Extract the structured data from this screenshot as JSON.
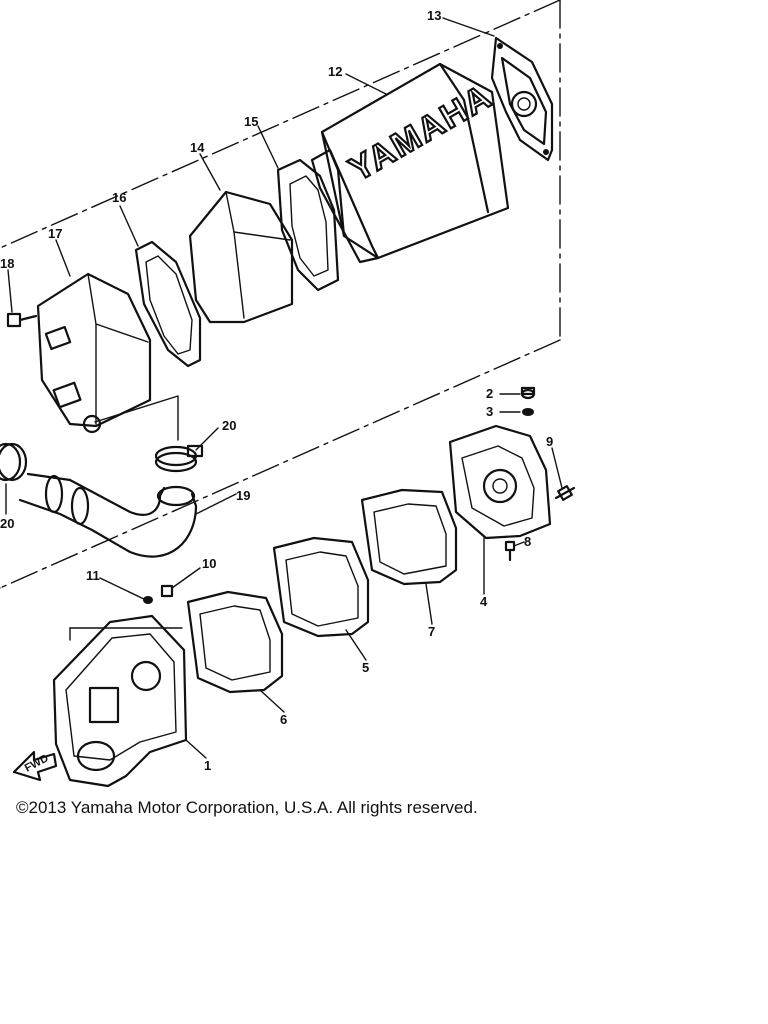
{
  "parts": [
    "1",
    "2",
    "3",
    "4",
    "5",
    "6",
    "7",
    "8",
    "9",
    "10",
    "11",
    "12",
    "13",
    "14",
    "15",
    "16",
    "17",
    "18",
    "19",
    "20",
    "20"
  ],
  "brand_text": "YAMAHA",
  "direction_label": "FWD",
  "copyright": "©2013 Yamaha Motor Corporation, U.S.A. All rights reserved."
}
